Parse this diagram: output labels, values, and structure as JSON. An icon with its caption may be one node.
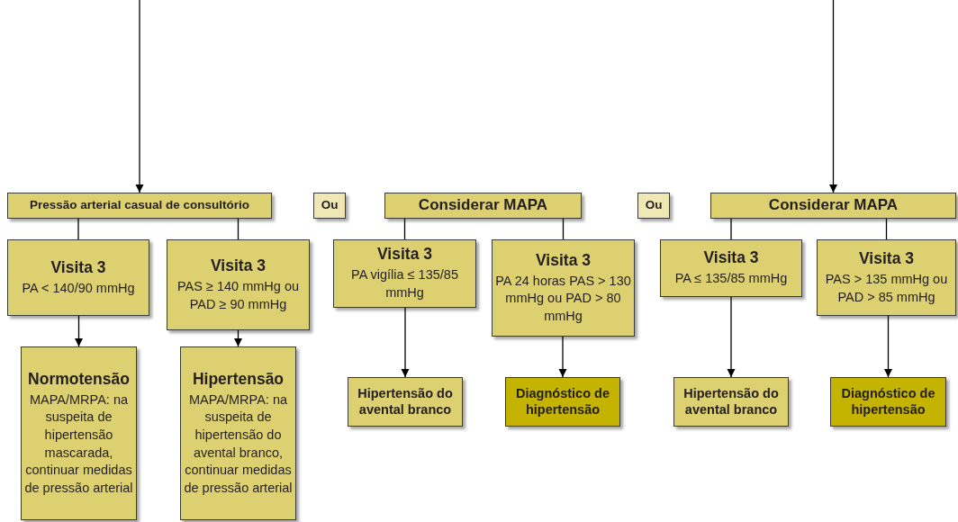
{
  "diagram": {
    "nodes": [
      {
        "text": [
          "Pressão arterial casual de consultório"
        ]
      },
      {
        "text": [
          "Ou"
        ]
      },
      {
        "text": [
          "Considerar MAPA"
        ]
      },
      {
        "text": [
          "Ou"
        ]
      },
      {
        "text": [
          "Considerar MAPA"
        ]
      },
      {
        "text": [
          "Visita 3",
          "PA < 140/90 mmHg"
        ]
      },
      {
        "text": [
          "Visita 3",
          "PAS ≥ 140 mmHg ou PAD ≥ 90 mmHg"
        ]
      },
      {
        "text": [
          "Visita 3",
          "PA vigília ≤ 135/85 mmHg"
        ]
      },
      {
        "text": [
          "Visita 3",
          "PA 24 horas PAS > 130 mmHg ou PAD > 80 mmHg"
        ]
      },
      {
        "text": [
          "Visita 3",
          "PA ≤ 135/85 mmHg"
        ]
      },
      {
        "text": [
          "Visita 3",
          "PAS > 135 mmHg ou PAD > 85 mmHg"
        ]
      },
      {
        "text": [
          "Normotensão",
          "MAPA/MRPA: na suspeita de hipertensão mascarada, continuar medidas de pressão arterial"
        ]
      },
      {
        "text": [
          "Hipertensão",
          "MAPA/MRPA: na suspeita de hipertensão do avental branco, continuar medidas de pressão arterial"
        ]
      },
      {
        "text": [
          "Hipertensão do avental branco"
        ]
      },
      {
        "text": [
          "Diagnóstico de hipertensão"
        ]
      },
      {
        "text": [
          "Hipertensão do avental branco"
        ]
      },
      {
        "text": [
          "Diagnóstico de hipertensão"
        ]
      }
    ],
    "edges": [
      {
        "from": null,
        "to": 0,
        "arrow": "to"
      },
      {
        "from": null,
        "to": 4,
        "arrow": "to"
      },
      {
        "from": 0,
        "to": 5,
        "arrow": "none"
      },
      {
        "from": 0,
        "to": 6,
        "arrow": "none"
      },
      {
        "from": 2,
        "to": 7,
        "arrow": "none"
      },
      {
        "from": 2,
        "to": 8,
        "arrow": "none"
      },
      {
        "from": 4,
        "to": 9,
        "arrow": "none"
      },
      {
        "from": 4,
        "to": 10,
        "arrow": "none"
      },
      {
        "from": 5,
        "to": 11,
        "arrow": "to"
      },
      {
        "from": 6,
        "to": 12,
        "arrow": "to"
      },
      {
        "from": 7,
        "to": 13,
        "arrow": "to"
      },
      {
        "from": 8,
        "to": 14,
        "arrow": "to"
      },
      {
        "from": 9,
        "to": 15,
        "arrow": "to"
      },
      {
        "from": 10,
        "to": 16,
        "arrow": "to"
      }
    ]
  }
}
